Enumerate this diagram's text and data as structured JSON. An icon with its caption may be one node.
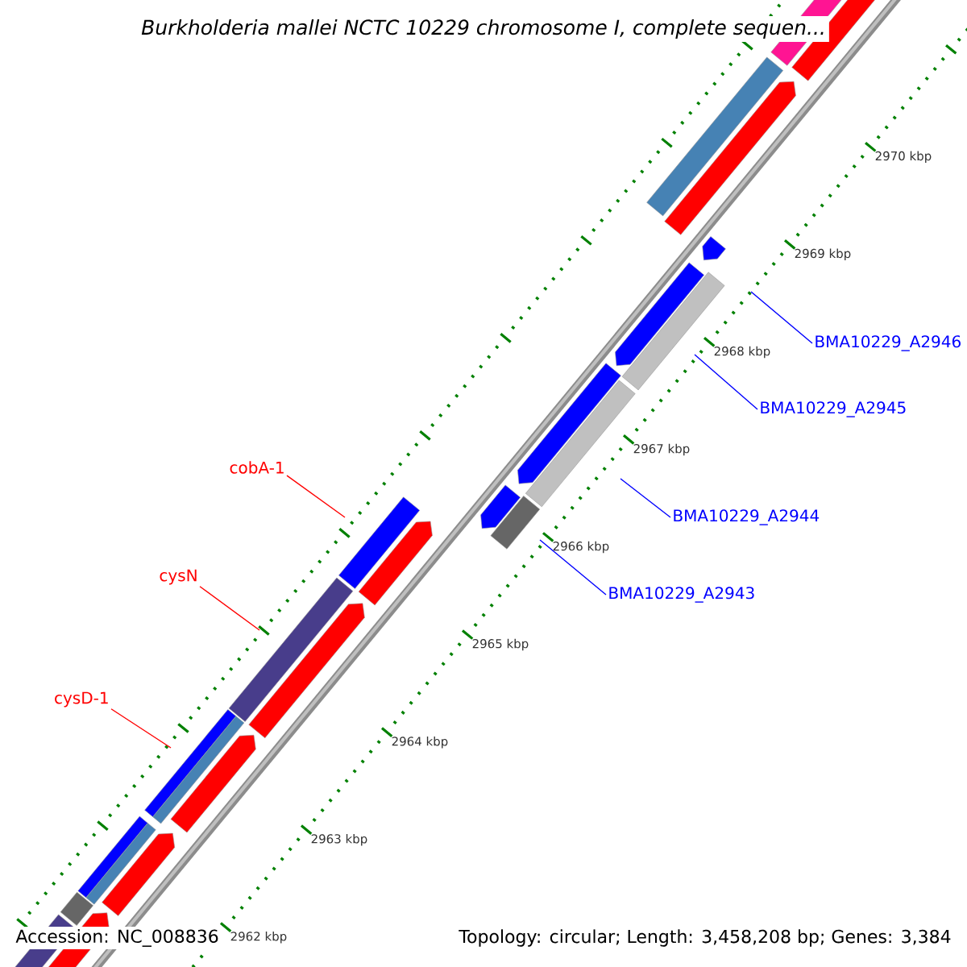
{
  "diagram": {
    "title": "Burkholderia mallei NCTC 10229 chromosome I, complete sequen...",
    "nodes": [
      {
        "text": [
          "BMA10229_A2946"
        ]
      },
      {
        "text": [
          "BMA10229_A2945"
        ]
      },
      {
        "text": [
          "cobA-1"
        ]
      },
      {
        "text": [
          "BMA10229_A2944"
        ]
      },
      {
        "text": [
          "cysN"
        ]
      },
      {
        "text": [
          "BMA10229_A2943"
        ]
      },
      {
        "text": [
          "cysD-1"
        ]
      }
    ],
    "edges": [
      {
        "from": 0,
        "to": null,
        "arrow": "none"
      },
      {
        "from": 1,
        "to": null,
        "arrow": "none"
      },
      {
        "from": 2,
        "to": null,
        "arrow": "none",
        "color": "#ff0000"
      },
      {
        "from": 3,
        "to": null,
        "arrow": "none"
      },
      {
        "from": 4,
        "to": null,
        "arrow": "none",
        "color": "#ff0000"
      },
      {
        "from": 5,
        "to": null,
        "arrow": "none"
      },
      {
        "from": 6,
        "to": null,
        "arrow": "none",
        "color": "#ff0000"
      }
    ],
    "labels": [
      "2970 kbp",
      "2969 kbp",
      "2968 kbp",
      "2967 kbp",
      "2966 kbp",
      "2965 kbp",
      "2964 kbp",
      "2963 kbp",
      "2962 kbp",
      "Accession: NC_008836",
      "Topology: circular; Length: 3,458,208 bp; Genes: 3,384"
    ]
  }
}
